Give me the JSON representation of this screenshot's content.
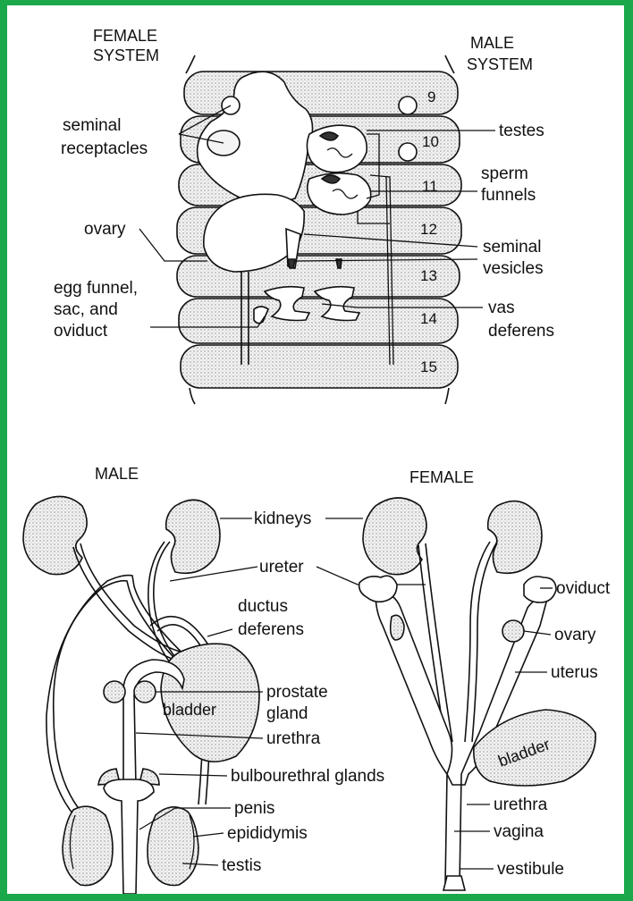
{
  "colors": {
    "frame": "#1aa84a",
    "stipple": "#e8e8e8",
    "ink": "#111111"
  },
  "earthworm": {
    "female_heading": [
      "FEMALE",
      "SYSTEM"
    ],
    "male_heading": [
      "MALE",
      "SYSTEM"
    ],
    "segments": [
      "9",
      "10",
      "11",
      "12",
      "13",
      "14",
      "15"
    ],
    "left_labels": {
      "seminal_receptacles": [
        "seminal",
        "receptacles"
      ],
      "ovary": "ovary",
      "egg_funnel": [
        "egg funnel,",
        "sac, and",
        "oviduct"
      ]
    },
    "right_labels": {
      "testes": "testes",
      "sperm_funnels": [
        "sperm",
        "funnels"
      ],
      "seminal_vesicles": [
        "seminal",
        "vesicles"
      ],
      "vas_deferens": [
        "vas",
        "deferens"
      ]
    }
  },
  "human": {
    "male_heading": "MALE",
    "female_heading": "FEMALE",
    "shared_labels": {
      "kidneys": "kidneys",
      "ureter": "ureter"
    },
    "male_labels": {
      "ductus_deferens": [
        "ductus",
        "deferens"
      ],
      "prostate_gland": [
        "prostate",
        "gland"
      ],
      "urethra": "urethra",
      "bulbourethral_glands": "bulbourethral glands",
      "penis": "penis",
      "epididymis": "epididymis",
      "testis": "testis",
      "bladder": "bladder"
    },
    "female_labels": {
      "oviduct": "oviduct",
      "ovary": "ovary",
      "uterus": "uterus",
      "bladder": "bladder",
      "urethra": "urethra",
      "vagina": "vagina",
      "vestibule": "vestibule"
    }
  }
}
